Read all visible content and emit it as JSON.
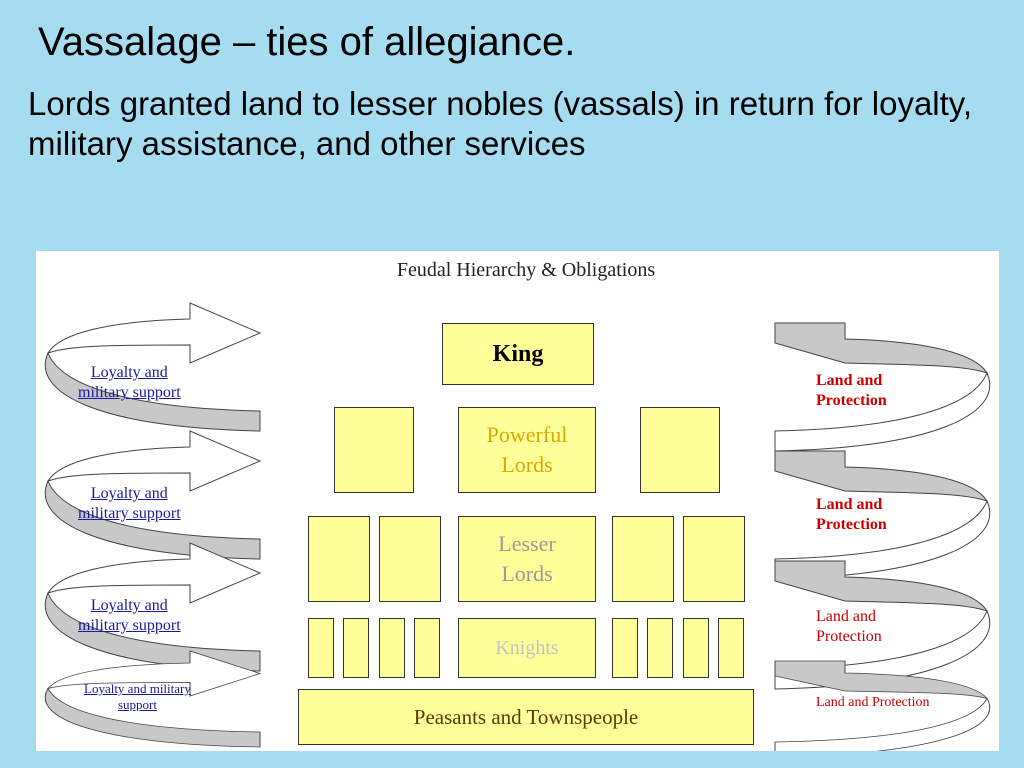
{
  "slide": {
    "title": "Vassalage – ties of allegiance.",
    "body": "Lords granted land to lesser nobles (vassals) in return for loyalty, military assistance, and other services"
  },
  "diagram": {
    "title": "Feudal Hierarchy & Obligations",
    "king": "King",
    "powerful_lords": [
      "Powerful",
      "Lords"
    ],
    "lesser_lords": [
      "Lesser",
      "Lords"
    ],
    "knights": "Knights",
    "peasants": "Peasants and Townspeople",
    "left_arrows": [
      {
        "lines": [
          "Loyalty and",
          "military support"
        ]
      },
      {
        "lines": [
          "Loyalty and",
          "military support"
        ]
      },
      {
        "lines": [
          "Loyalty and",
          "military support"
        ]
      },
      {
        "lines": [
          "Loyalty and military",
          "support"
        ]
      }
    ],
    "right_arrows": [
      {
        "lines": [
          "Land and",
          "Protection"
        ]
      },
      {
        "lines": [
          "Land and",
          "Protection"
        ]
      },
      {
        "lines": [
          "Land and",
          "Protection"
        ]
      },
      {
        "lines": [
          "Land and Protection"
        ]
      }
    ],
    "colors": {
      "box_fill": "#ffff99",
      "left_label": "#1a1a99",
      "right_label": "#cc0000",
      "arrow_fill": "#c8c8c8"
    }
  }
}
